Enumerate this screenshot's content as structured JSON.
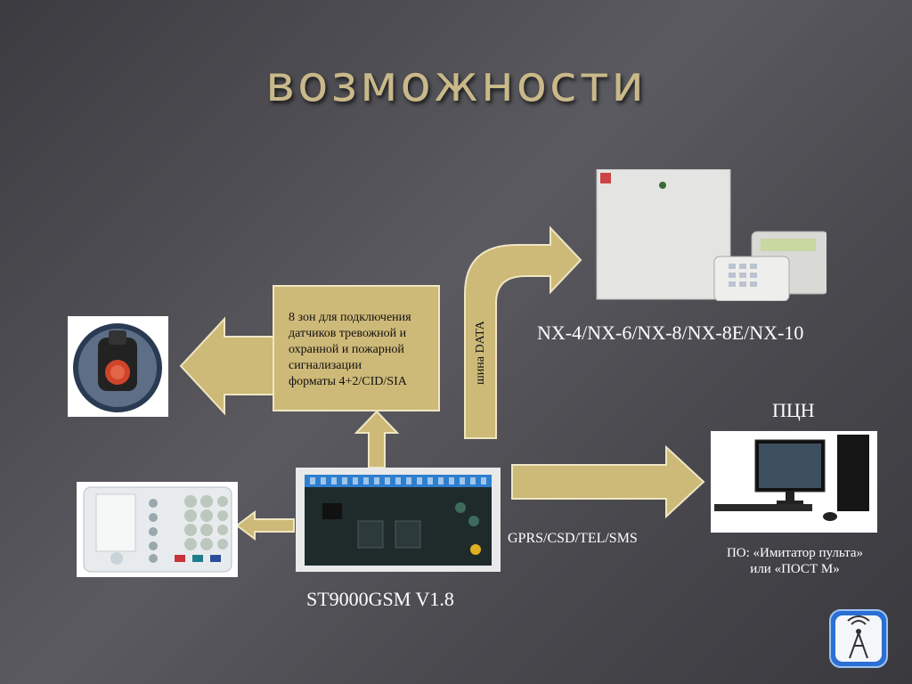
{
  "slide": {
    "title": "возможности",
    "zones_box": [
      "8 зон для  подключения",
      "датчиков тревожной и",
      "охранной и пожарной",
      "сигнализации",
      "форматы 4+2/CID/SIA"
    ],
    "bus_label": "шина DATA",
    "panel_models": "NX-4/NX-6/NX-8/NX-8E/NX-10",
    "pcn_label": "ПЦН",
    "channels_label": "GPRS/CSD/TEL/SMS",
    "software_label": [
      "ПО: «Имитатор пульта»",
      "или «ПОСТ М»"
    ],
    "device_label": "ST9000GSM  V1.8"
  },
  "colors": {
    "arrow": "#cdb978",
    "arrow_edge": "#efe6c3",
    "board": "#1f2a2a",
    "terminal": "#2f7fd0"
  }
}
